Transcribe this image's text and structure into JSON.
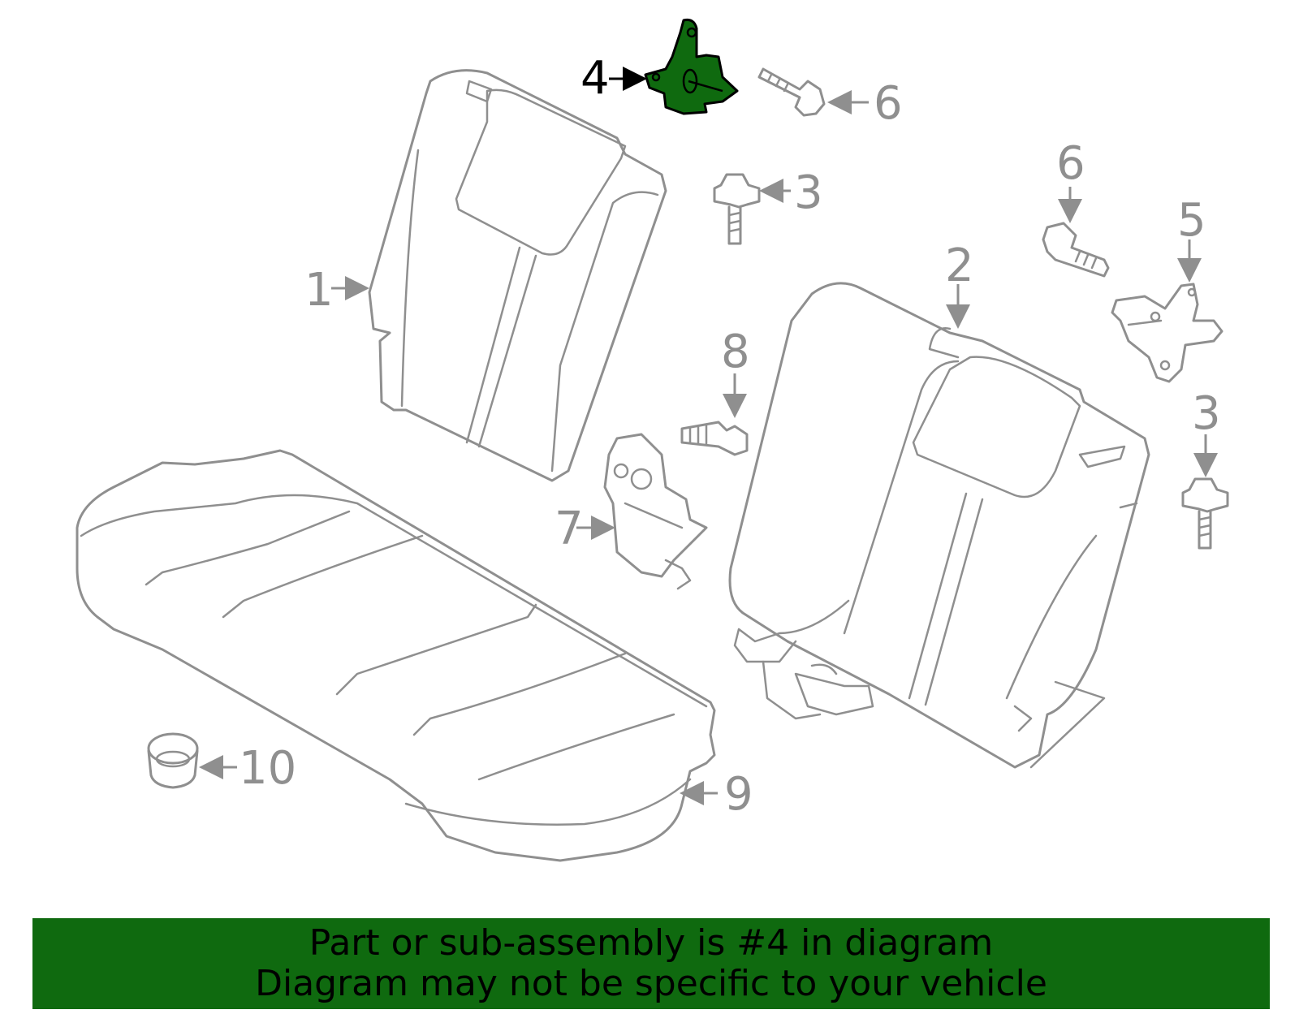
{
  "highlight_color": "#0f6a0f",
  "line_color": "#8f8f8f",
  "callouts": {
    "c1": "1",
    "c2": "2",
    "c3a": "3",
    "c3b": "3",
    "c4": "4",
    "c5": "5",
    "c6a": "6",
    "c6b": "6",
    "c7": "7",
    "c8": "8",
    "c9": "9",
    "c10": "10"
  },
  "highlighted_part": "4",
  "banner": {
    "line1": "Part or sub-assembly is #4 in diagram",
    "line2": "Diagram may not be specific to your vehicle"
  }
}
